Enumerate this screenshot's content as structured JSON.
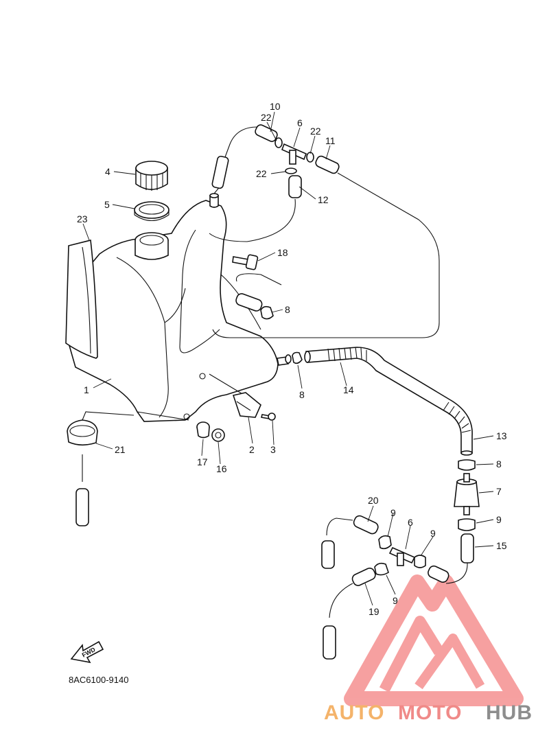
{
  "diagram": {
    "part_labels": [
      {
        "id": "p10",
        "text": "10"
      },
      {
        "id": "p22a",
        "text": "22"
      },
      {
        "id": "p6a",
        "text": "6"
      },
      {
        "id": "p22b",
        "text": "22"
      },
      {
        "id": "p11",
        "text": "11"
      },
      {
        "id": "p4",
        "text": "4"
      },
      {
        "id": "p22c",
        "text": "22"
      },
      {
        "id": "p12",
        "text": "12"
      },
      {
        "id": "p5",
        "text": "5"
      },
      {
        "id": "p23",
        "text": "23"
      },
      {
        "id": "p18",
        "text": "18"
      },
      {
        "id": "p8a",
        "text": "8"
      },
      {
        "id": "p1",
        "text": "1"
      },
      {
        "id": "p8b",
        "text": "8"
      },
      {
        "id": "p14",
        "text": "14"
      },
      {
        "id": "p21",
        "text": "21"
      },
      {
        "id": "p17",
        "text": "17"
      },
      {
        "id": "p16",
        "text": "16"
      },
      {
        "id": "p2",
        "text": "2"
      },
      {
        "id": "p3",
        "text": "3"
      },
      {
        "id": "p13",
        "text": "13"
      },
      {
        "id": "p8c",
        "text": "8"
      },
      {
        "id": "p7",
        "text": "7"
      },
      {
        "id": "p20",
        "text": "20"
      },
      {
        "id": "p9a",
        "text": "9"
      },
      {
        "id": "p6b",
        "text": "6"
      },
      {
        "id": "p9b",
        "text": "9"
      },
      {
        "id": "p9c",
        "text": "9"
      },
      {
        "id": "p15",
        "text": "15"
      },
      {
        "id": "p9d",
        "text": "9"
      },
      {
        "id": "p19",
        "text": "19"
      }
    ],
    "fwd_label": "FWD",
    "drawing_code": "8AC6100-9140"
  },
  "watermark": {
    "auto": "AUTO",
    "moto": "MOTO",
    "hub": "HUB",
    "colors": {
      "auto": "#f4b36a",
      "moto": "#f08a88",
      "hub": "#8d8d8d",
      "logo": "#f26b6b"
    }
  }
}
